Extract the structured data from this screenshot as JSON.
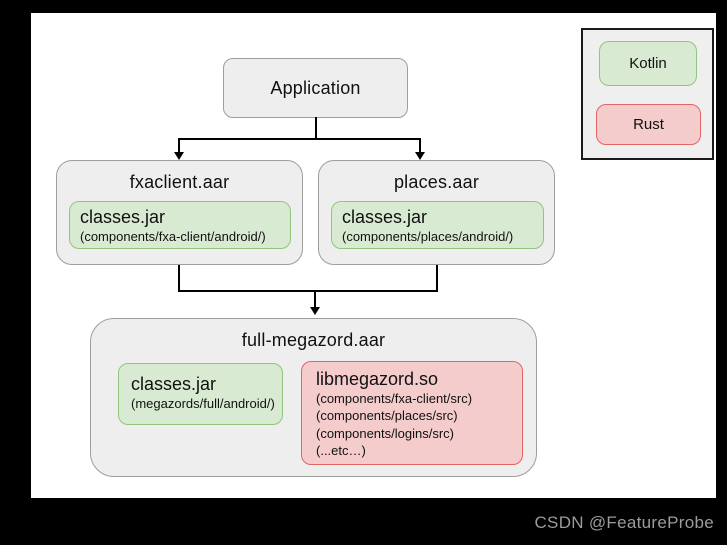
{
  "diagram": {
    "application": {
      "label": "Application"
    },
    "fxaclient": {
      "title": "fxaclient.aar",
      "jar": {
        "name": "classes.jar",
        "path": "(components/fxa-client/android/)"
      }
    },
    "places": {
      "title": "places.aar",
      "jar": {
        "name": "classes.jar",
        "path": "(components/places/android/)"
      }
    },
    "megazord": {
      "title": "full-megazord.aar",
      "jar": {
        "name": "classes.jar",
        "path": "(megazords/full/android/)"
      },
      "so": {
        "name": "libmegazord.so",
        "paths": [
          "(components/fxa-client/src)",
          "(components/places/src)",
          "(components/logins/src)",
          "(...etc…)"
        ]
      }
    }
  },
  "legend": {
    "kotlin": "Kotlin",
    "rust": "Rust"
  },
  "colors": {
    "kotlin_fill": "#d9ead3",
    "kotlin_border": "#93c47d",
    "rust_fill": "#f4cccc",
    "rust_border": "#e06666",
    "node_fill": "#eeeeee",
    "node_border": "#9e9e9e",
    "line": "#000000"
  },
  "watermark": "CSDN @FeatureProbe"
}
